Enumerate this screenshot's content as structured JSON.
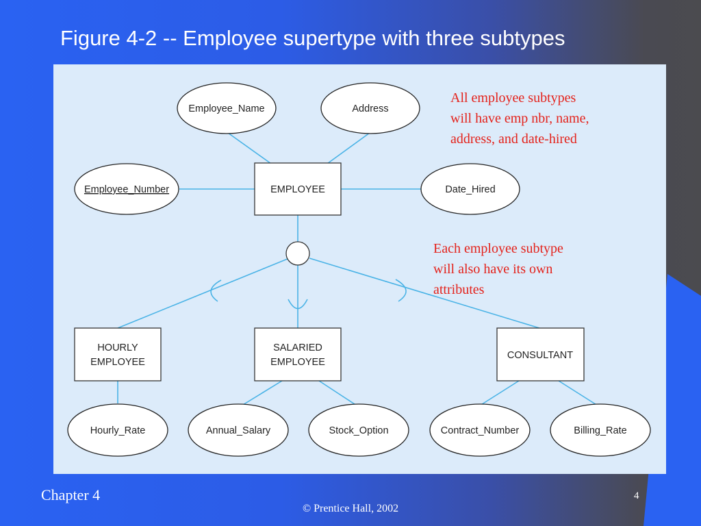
{
  "slide": {
    "title": "Figure 4-2 -- Employee supertype with three subtypes",
    "chapter": "Chapter 4",
    "page_number": "4",
    "copyright": "© Prentice Hall, 2002"
  },
  "diagram": {
    "supertype": {
      "name": "EMPLOYEE",
      "attributes": [
        "Employee_Name",
        "Address",
        "Employee_Number",
        "Date_Hired"
      ],
      "identifier": "Employee_Number"
    },
    "subtypes": [
      {
        "name": "HOURLY EMPLOYEE",
        "attributes": [
          "Hourly_Rate"
        ]
      },
      {
        "name": "SALARIED EMPLOYEE",
        "attributes": [
          "Annual_Salary",
          "Stock_Option"
        ]
      },
      {
        "name": "CONSULTANT",
        "attributes": [
          "Contract_Number",
          "Billing_Rate"
        ]
      }
    ],
    "labels": {
      "employee_name": "Employee_Name",
      "address": "Address",
      "employee_number": "Employee_Number",
      "date_hired": "Date_Hired",
      "employee": "EMPLOYEE",
      "hourly_l1": "HOURLY",
      "hourly_l2": "EMPLOYEE",
      "salaried_l1": "SALARIED",
      "salaried_l2": "EMPLOYEE",
      "consultant": "CONSULTANT",
      "hourly_rate": "Hourly_Rate",
      "annual_salary": "Annual_Salary",
      "stock_option": "Stock_Option",
      "contract_number": "Contract_Number",
      "billing_rate": "Billing_Rate"
    }
  },
  "notes": {
    "note1": "All employee subtypes\nwill have emp nbr, name,\naddress, and date-hired",
    "note2": "Each employee subtype\nwill also have its own\nattributes"
  },
  "colors": {
    "background_left": "#2a62f2",
    "background_right": "#4b4b4f",
    "panel": "#dcebfa",
    "connector": "#4ab3e6",
    "note_text": "#e4221b"
  }
}
